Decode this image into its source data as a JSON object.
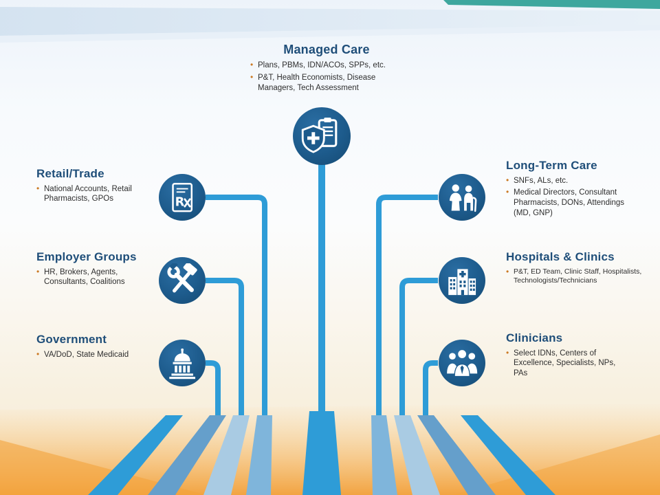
{
  "segments": {
    "managed_care": {
      "title": "Managed Care",
      "bullets": [
        "Plans, PBMs, IDN/ACOs, SPPs, etc.",
        "P&T, Health Economists, Disease Managers, Tech Assessment"
      ],
      "icon": "shield-clipboard-icon"
    },
    "retail_trade": {
      "title": "Retail/Trade",
      "bullets": [
        "National Accounts, Retail Pharmacists,  GPOs"
      ],
      "icon": "rx-document-icon"
    },
    "employer_groups": {
      "title": "Employer Groups",
      "bullets": [
        "HR, Brokers, Agents, Consultants,  Coalitions"
      ],
      "icon": "hammer-wrench-icon"
    },
    "government": {
      "title": "Government",
      "bullets": [
        "VA/DoD, State Medicaid"
      ],
      "icon": "capitol-icon"
    },
    "long_term_care": {
      "title": "Long-Term Care",
      "bullets": [
        "SNFs, ALs, etc.",
        "Medical Directors, Consultant Pharmacists, DONs, Attendings (MD, GNP)"
      ],
      "icon": "caregiver-icon"
    },
    "hospitals_clinics": {
      "title": "Hospitals & Clinics",
      "bullets": [
        "P&T, ED Team,  Clinic Staff, Hospitalists, Technologists/Technicians"
      ],
      "icon": "hospital-icon"
    },
    "clinicians": {
      "title": "Clinicians",
      "bullets": [
        "Select IDNs, Centers of Excellence, Specialists,  NPs, PAs"
      ],
      "icon": "clinician-team-icon"
    }
  },
  "colors": {
    "title_blue": "#1F4E79",
    "circle_blue": "#1C5A8C",
    "connector_bright": "#2E9CD7",
    "lane_steel": "#659FCB",
    "lane_pale": "#A9CBE3",
    "lane_medium": "#7FB5DB",
    "bullet_orange": "#CB7A24",
    "accent_teal": "#3EA79E",
    "band_blue": "#D7E5F2",
    "bottom_orange": "#F2A03A"
  }
}
